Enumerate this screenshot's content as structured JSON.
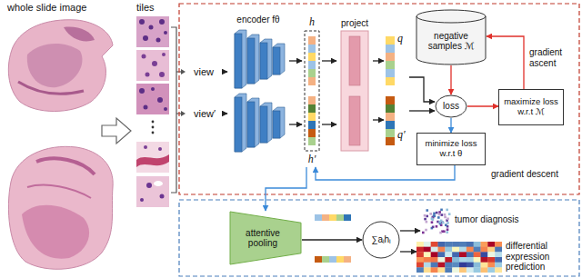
{
  "diagram": {
    "nodes": [
      {
        "text": [
          "view"
        ]
      },
      {
        "text": [
          "view′"
        ]
      },
      {
        "text": [
          "encoder fθ"
        ]
      },
      {
        "text": [
          "h",
          "h′"
        ]
      },
      {
        "text": [
          "project"
        ]
      },
      {
        "text": [
          "q"
        ]
      },
      {
        "text": [
          "q′"
        ]
      },
      {
        "text": [
          "negative samples ℳ"
        ]
      },
      {
        "text": [
          "loss"
        ]
      },
      {
        "text": [
          "maximize loss w.r.t ℳ"
        ]
      },
      {
        "text": [
          "minimize loss w.r.t θ"
        ]
      },
      {
        "text": [
          "attentive pooling"
        ]
      },
      {
        "text": [
          "∑aᵢhᵢ"
        ]
      },
      {
        "text": [
          "tumor diagnosis"
        ]
      },
      {
        "text": [
          "differential expression prediction"
        ]
      }
    ],
    "edges": [
      {
        "from": 0,
        "to": 2,
        "arrow": "to"
      },
      {
        "from": 1,
        "to": 2,
        "arrow": "to"
      },
      {
        "from": 2,
        "to": 3,
        "arrow": "to"
      },
      {
        "from": 2,
        "to": 3,
        "arrow": "to"
      },
      {
        "from": 3,
        "to": 4,
        "arrow": "to"
      },
      {
        "from": 3,
        "to": 4,
        "arrow": "to"
      },
      {
        "from": 4,
        "to": 5,
        "arrow": "to"
      },
      {
        "from": 4,
        "to": 6,
        "arrow": "to"
      },
      {
        "from": 5,
        "to": 8,
        "arrow": "to"
      },
      {
        "from": 6,
        "to": 8,
        "arrow": "to"
      },
      {
        "from": 7,
        "to": 8,
        "arrow": "to"
      },
      {
        "from": 8,
        "to": 9,
        "arrow": "to"
      },
      {
        "from": 9,
        "to": 7,
        "arrow": "to"
      },
      {
        "from": 8,
        "to": 10,
        "arrow": "to"
      },
      {
        "from": 10,
        "to": 3,
        "arrow": "to"
      },
      {
        "from": 3,
        "to": 11,
        "arrow": "to"
      },
      {
        "from": 11,
        "to": 12,
        "arrow": "to"
      },
      {
        "from": 12,
        "to": 13,
        "arrow": "to"
      },
      {
        "from": 12,
        "to": 14,
        "arrow": "to"
      }
    ],
    "labels": [
      "whole slide image",
      "tiles",
      "gradient ascent",
      "gradient descent"
    ]
  }
}
